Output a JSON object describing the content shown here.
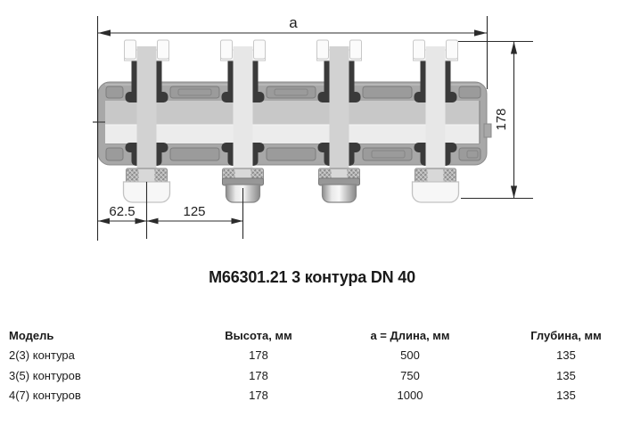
{
  "colors": {
    "line": "#2b2b2b",
    "body_gray": "#a8a8a8",
    "panel_gray": "#9b9b9b",
    "collar_dark": "#3a3a3a",
    "band_upper": "#c8c8c8",
    "band_lower": "#ececec",
    "text": "#1a1a1a"
  },
  "drawing": {
    "length_dim_label": "a",
    "height_dim_label": "178",
    "edge_offset_dim_label": "62.5",
    "pitch_dim_label": "125"
  },
  "title": "М66301.21 3 контура DN 40",
  "table": {
    "headers": {
      "model": "Модель",
      "height": "Высота, мм",
      "length": "a = Длина, мм",
      "depth": "Глубина, мм"
    },
    "rows": [
      {
        "model": "2(3) контура",
        "height": "178",
        "length": "500",
        "depth": "135"
      },
      {
        "model": "3(5) контуров",
        "height": "178",
        "length": "750",
        "depth": "135"
      },
      {
        "model": "4(7) контуров",
        "height": "178",
        "length": "1000",
        "depth": "135"
      }
    ]
  }
}
